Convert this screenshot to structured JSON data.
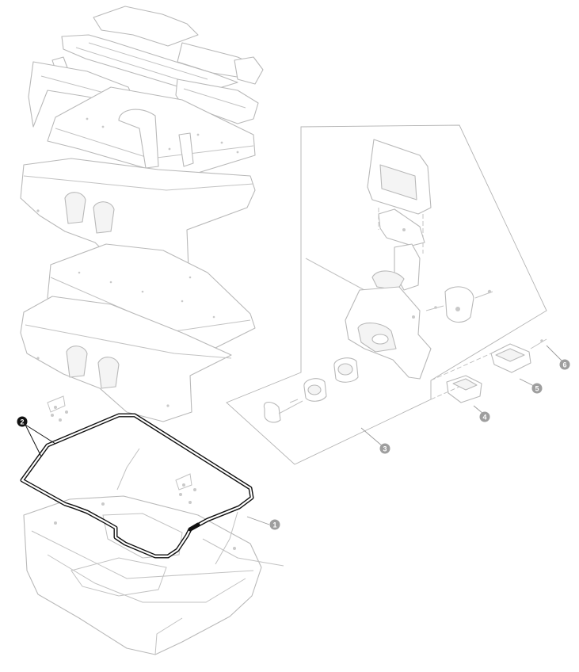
{
  "callouts": [
    {
      "id": "1",
      "label": "1",
      "color": "#9e9e9e"
    },
    {
      "id": "2",
      "label": "2",
      "color": "#111111"
    },
    {
      "id": "3",
      "label": "3",
      "color": "#9e9e9e"
    },
    {
      "id": "4",
      "label": "4",
      "color": "#9e9e9e"
    },
    {
      "id": "5",
      "label": "5",
      "color": "#9e9e9e"
    },
    {
      "id": "6",
      "label": "6",
      "color": "#9e9e9e"
    }
  ],
  "colors": {
    "ghost_stroke": "#b9b9b9",
    "highlight": "#111111",
    "callout_grey": "#9e9e9e",
    "background": "#ffffff"
  }
}
